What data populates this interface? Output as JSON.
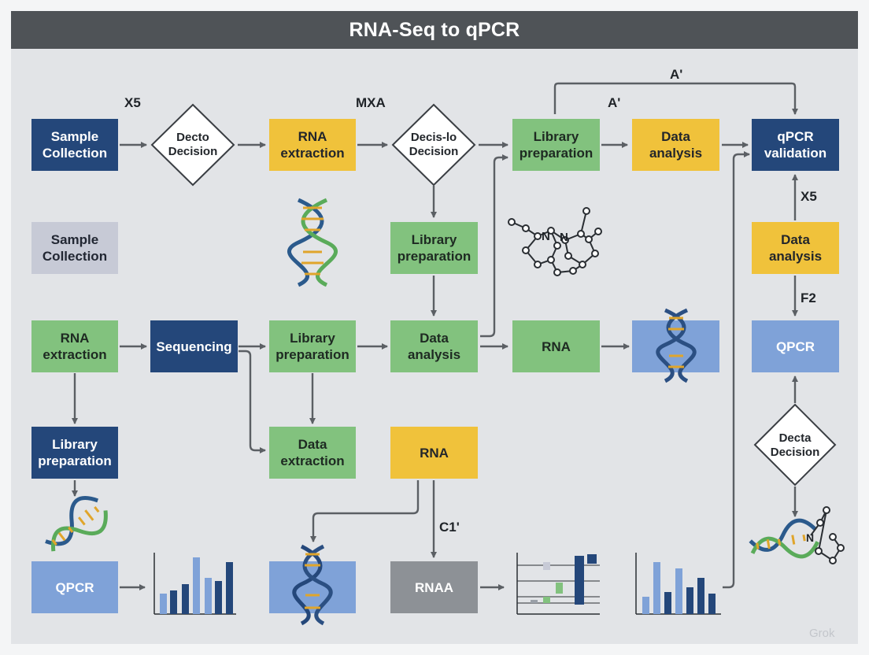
{
  "title": "RNA-Seq to qPCR",
  "colors": {
    "navy": "#24477a",
    "yellow": "#f0c23b",
    "green": "#82c27e",
    "lavender": "#c7cad6",
    "blue": "#7fa2d8",
    "gray": "#8d9196",
    "arrow": "#5b5f64",
    "title_bar": "#4f5357"
  },
  "nodes": {
    "sample_collection_1": "Sample\nCollection",
    "decision_1": "Decto\nDecision",
    "rna_extraction_1": "RNA\nextraction",
    "decision_2": "Decis-lo\nDecision",
    "library_preparation_1": "Library\npreparation",
    "data_analysis_1": "Data\nanalysis",
    "qpcr_validation": "qPCR\nvalidation",
    "sample_collection_2": "Sample\nCollection",
    "library_preparation_2": "Library\npreparation",
    "data_analysis_2": "Data\nanalysis",
    "rna_extraction_2": "RNA\nextraction",
    "sequencing": "Sequencing",
    "library_preparation_3": "Library\npreparation",
    "data_analysis_3": "Data\nanalysis",
    "rna_1": "RNA",
    "qpcr_1": "QPCR",
    "library_preparation_4": "Library\npreparation",
    "data_extraction": "Data\nextraction",
    "rna_2": "RNA",
    "decision_3": "Decta\nDecision",
    "qpcr_2": "QPCR",
    "rna_3": "RNAA"
  },
  "labels": {
    "x5_top": "X5",
    "mxa": "MXA",
    "a_prime_top": "A'",
    "a_prime_mid": "A'",
    "x5_right": "X5",
    "f2": "F2",
    "c1": "C1'"
  },
  "icons": [
    "dna-helix-icon",
    "molecule-network-icon",
    "bar-chart-icon"
  ],
  "watermark": "Grok"
}
